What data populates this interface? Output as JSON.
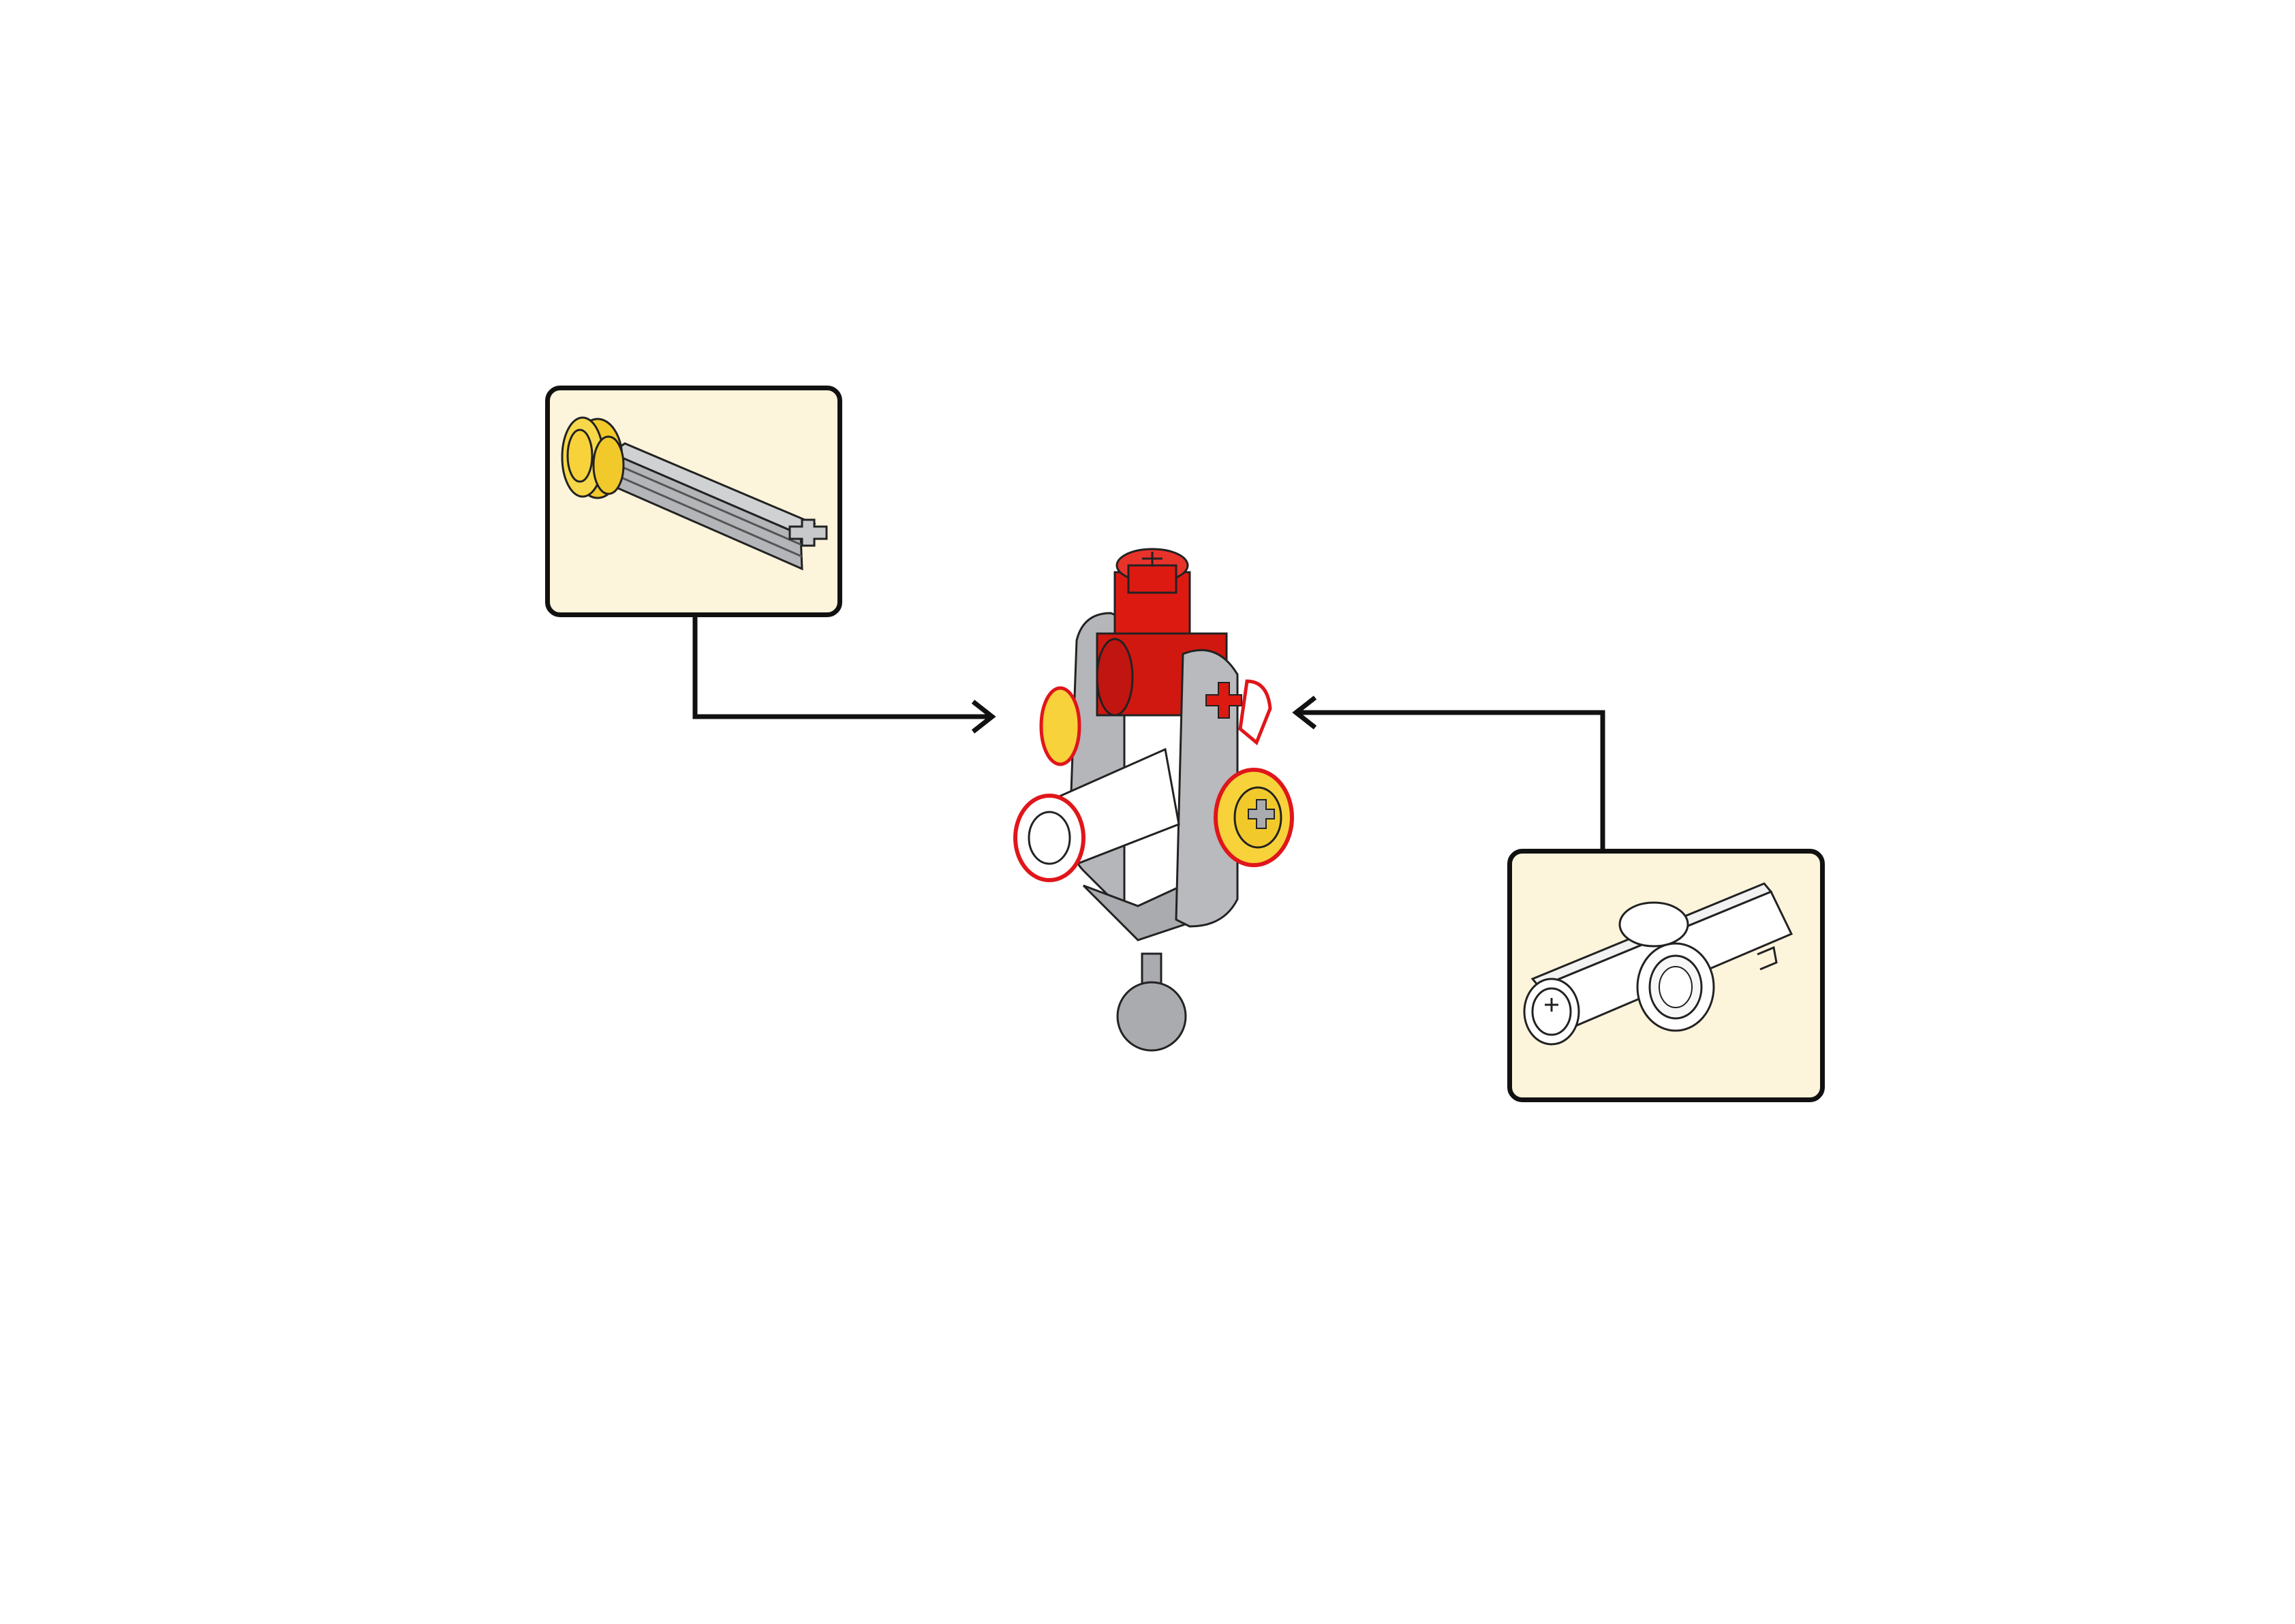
{
  "diagram": {
    "kind": "assembly-instruction-step",
    "colors": {
      "callout_background": "#fdf4dc",
      "callout_border": "#111111",
      "leader_line": "#111111",
      "highlight_outline": "#e0161b",
      "part_red": "#dd1a12",
      "part_gray": "#a9abae",
      "part_yellow": "#f7d23a",
      "part_white": "#ffffff"
    },
    "callouts": [
      {
        "id": "callout-axle",
        "part_icon": "axle-with-bush-icon",
        "points_to": "left"
      },
      {
        "id": "callout-connector",
        "part_icon": "cross-axle-connector-icon",
        "points_to": "right"
      }
    ],
    "main_assembly": {
      "icon": "ball-joint-assembly-icon",
      "parts": [
        "red-axle-connector",
        "gray-ball-joint-fork",
        "yellow-bush-left",
        "yellow-bush-right",
        "white-connector-left",
        "white-connector-right",
        "gray-ball"
      ]
    }
  }
}
